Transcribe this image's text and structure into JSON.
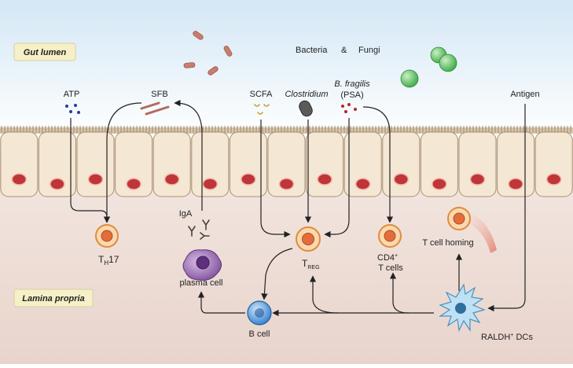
{
  "regions": {
    "gut_lumen": "Gut lumen",
    "lamina_propria": "Lamina propria"
  },
  "microbes": {
    "bacteria": "Bacteria",
    "amp": "&",
    "fungi": "Fungi"
  },
  "signals": {
    "atp": "ATP",
    "sfb": "SFB",
    "scfa": "SCFA",
    "clostridium": "Clostridium",
    "bfragilis": "B. fragilis",
    "psa": "(PSA)",
    "antigen": "Antigen"
  },
  "cells": {
    "th17_main": "T",
    "th17_sub": "H",
    "th17_tail": "17",
    "iga": "IgA",
    "plasma": "plasma cell",
    "treg_main": "T",
    "treg_sub": "REG",
    "cd4_main": "CD4",
    "cd4_sup": "+",
    "cd4_line2": "T cells",
    "homing": "T cell homing",
    "bcell": "B cell",
    "dc_main": "RALDH",
    "dc_sup": "+",
    "dc_tail": " DCs"
  },
  "colors": {
    "lumen_top": "#d6e9f6",
    "tissue": "#eee0da",
    "epithelium": "#f4e7d3",
    "nucleus": "#c0353a",
    "region_label_bg": "#f6f0c8",
    "arrow": "#222222",
    "bacteria": "#c97d6b",
    "fungi": "#55b95a",
    "tcell_outer": "#f2a55b",
    "plasma_cell": "#8d5fa6",
    "b_cell": "#3f89d4",
    "dc": "#8fc8e8",
    "atp_dots": "#2a3b9c",
    "psa_dots": "#b8242c"
  }
}
